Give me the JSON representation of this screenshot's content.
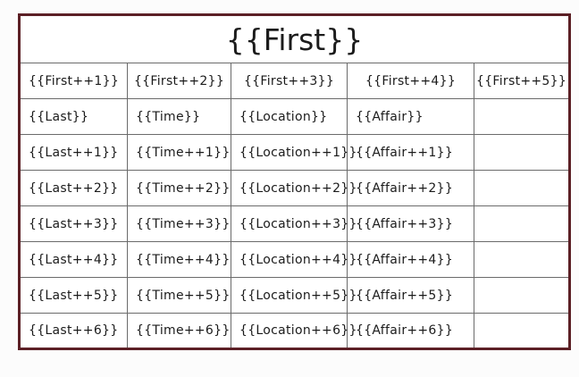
{
  "page": {
    "background": "#fcfcfc"
  },
  "table": {
    "title": "{{First}}",
    "border_color": "#5c2026",
    "grid_color": "#6b6b6b",
    "header_row": [
      "{{First++1}}",
      "{{First++2}}",
      "{{First++3}}",
      "{{First++4}}",
      "{{First++5}}"
    ],
    "rows": [
      [
        "{{Last}}",
        "{{Time}}",
        "{{Location}}",
        "{{Affair}}",
        ""
      ],
      [
        "{{Last++1}}",
        "{{Time++1}}",
        "{{Location++1}}",
        "{{Affair++1}}",
        ""
      ],
      [
        "{{Last++2}}",
        "{{Time++2}}",
        "{{Location++2}}",
        "{{Affair++2}}",
        ""
      ],
      [
        "{{Last++3}}",
        "{{Time++3}}",
        "{{Location++3}}",
        "{{Affair++3}}",
        ""
      ],
      [
        "{{Last++4}}",
        "{{Time++4}}",
        "{{Location++4}}",
        "{{Affair++4}}",
        ""
      ],
      [
        "{{Last++5}}",
        "{{Time++5}}",
        "{{Location++5}}",
        "{{Affair++5}}",
        ""
      ],
      [
        "{{Last++6}}",
        "{{Time++6}}",
        "{{Location++6}}",
        "{{Affair++6}}",
        ""
      ]
    ]
  }
}
